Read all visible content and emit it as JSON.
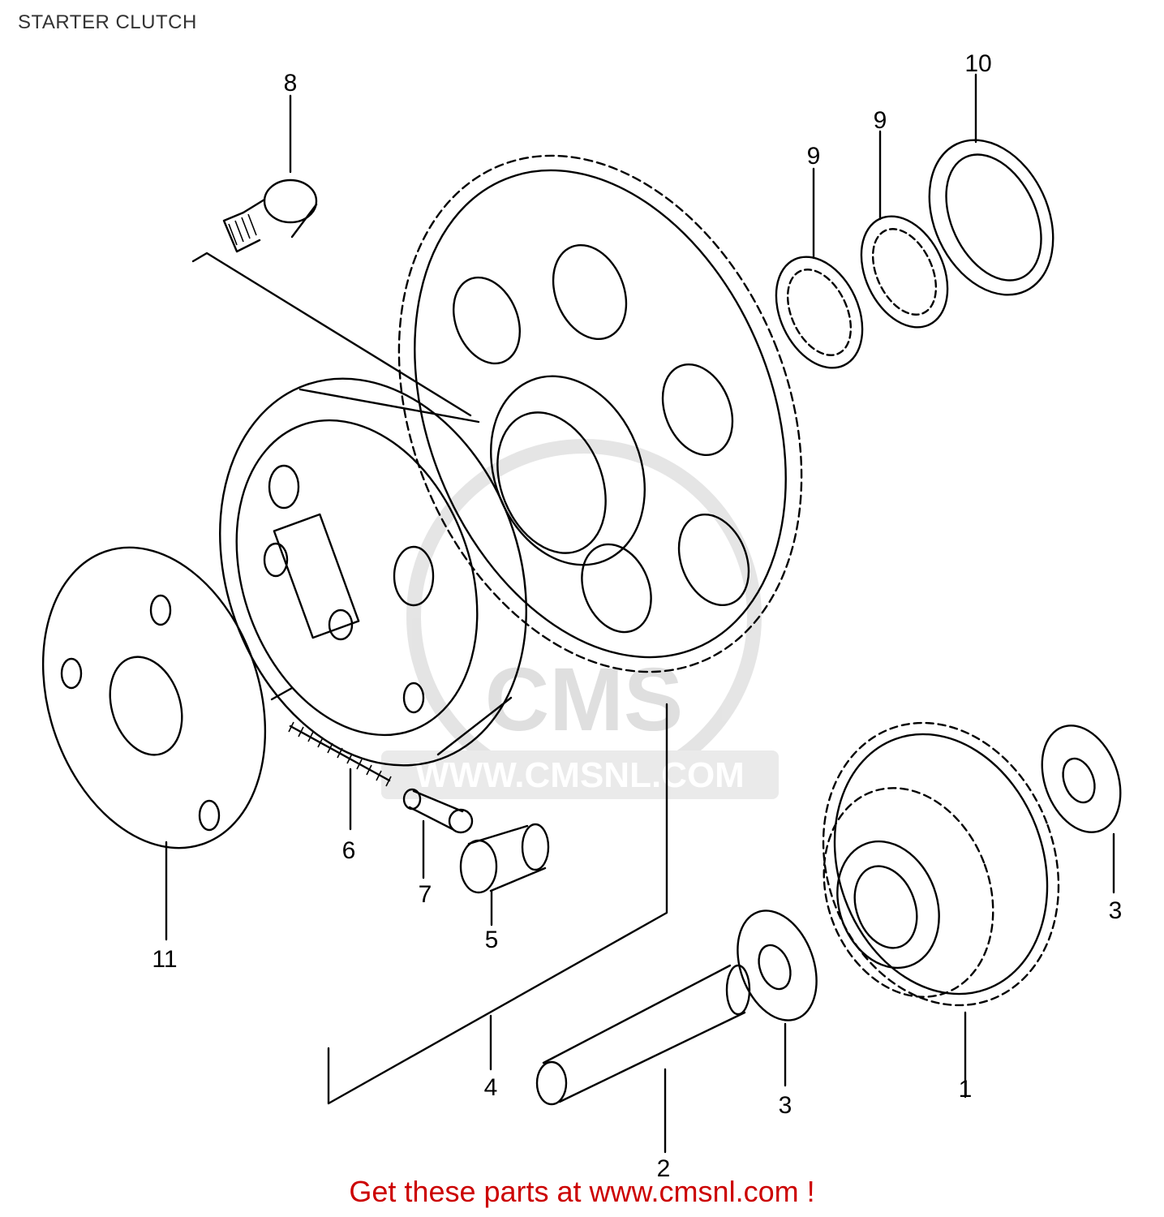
{
  "page": {
    "title": "STARTER CLUTCH"
  },
  "callouts": [
    {
      "id": "8",
      "text": "8"
    },
    {
      "id": "10",
      "text": "10"
    },
    {
      "id": "9a",
      "text": "9"
    },
    {
      "id": "9b",
      "text": "9"
    },
    {
      "id": "6",
      "text": "6"
    },
    {
      "id": "7",
      "text": "7"
    },
    {
      "id": "5",
      "text": "5"
    },
    {
      "id": "11",
      "text": "11"
    },
    {
      "id": "3a",
      "text": "3"
    },
    {
      "id": "3b",
      "text": "3"
    },
    {
      "id": "4",
      "text": "4"
    },
    {
      "id": "1",
      "text": "1"
    },
    {
      "id": "2",
      "text": "2"
    }
  ],
  "watermark": {
    "brand": "CMS",
    "site": "WWW.CMSNL.COM"
  },
  "footer": {
    "link_text": "Get these parts at www.cmsnl.com !"
  },
  "colors": {
    "link": "#cc0000",
    "line": "#000000",
    "watermark": "#d8d8d8"
  }
}
